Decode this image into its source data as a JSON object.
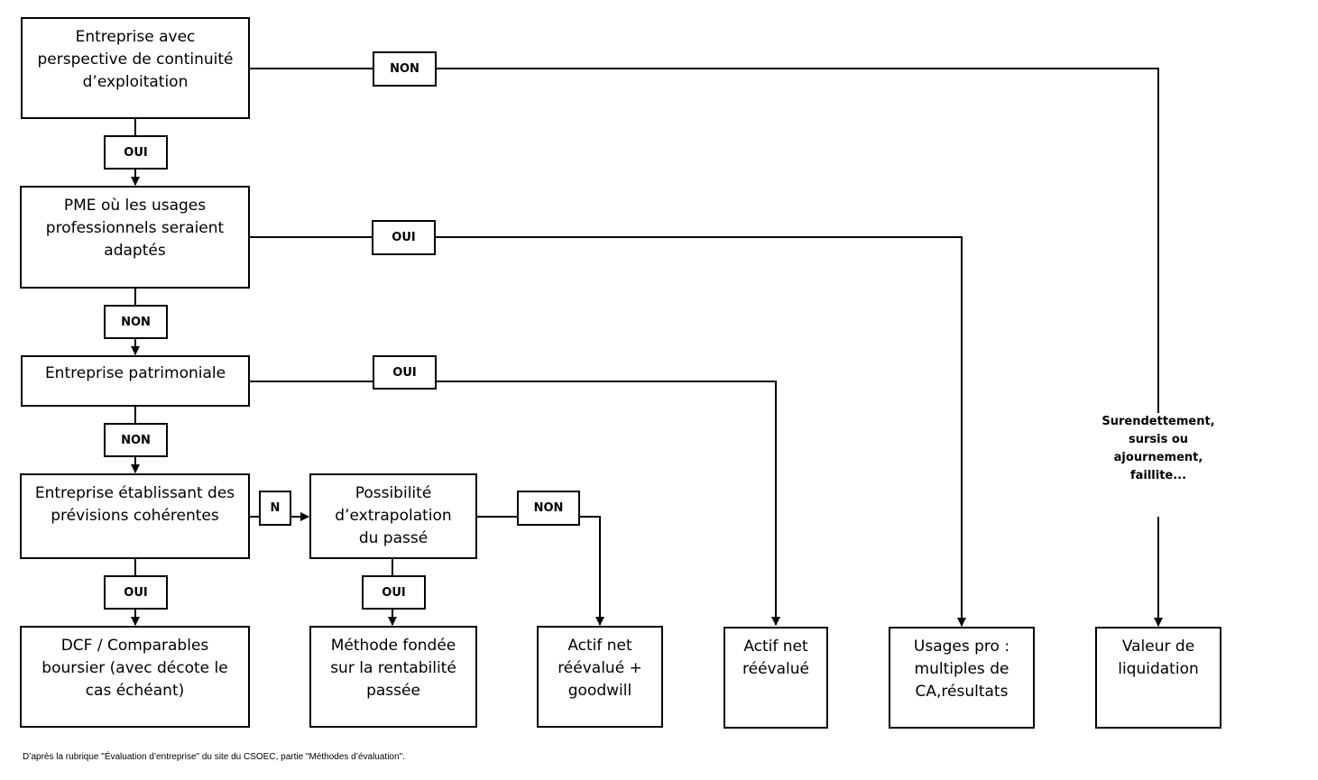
{
  "nodes": {
    "continuite": "Entreprise avec\nperspective de continuité\nd’exploitation",
    "pme": "PME où les usages\nprofessionnels seraient\nadaptés",
    "patrimoniale": "Entreprise patrimoniale",
    "previsions": "Entreprise établissant des\nprévisions cohérentes",
    "extrapolation": "Possibilité\nd’extrapolation\ndu passé",
    "dcf": "DCF / Comparables\nboursier (avec décote le\ncas échéant)",
    "rentabilite": "Méthode fondée\nsur la rentabilité\npassée",
    "actif_goodwill": "Actif net\nréévalué +\ngoodwill",
    "actif_net": "Actif net\nréévalué",
    "usages_pro": "Usages pro :\nmultiples de\nCA,résultats",
    "liquidation": "Valeur de\nliquidation"
  },
  "labels": {
    "non_top": "NON",
    "oui_1": "OUI",
    "oui_pme": "OUI",
    "non_2": "NON",
    "oui_patrimoniale": "OUI",
    "non_3": "NON",
    "n_previsions": "N",
    "non_extrapolation": "NON",
    "oui_dcf": "OUI",
    "oui_rentabilite": "OUI"
  },
  "note_liquidation": "Surendettement,\nsursis ou\najournement,\nfaillite...",
  "footnote": "D’après la rubrique \"Évaluation d’entreprise\" du site du CSOEC, partie \"Méthodes d’évaluation\"."
}
